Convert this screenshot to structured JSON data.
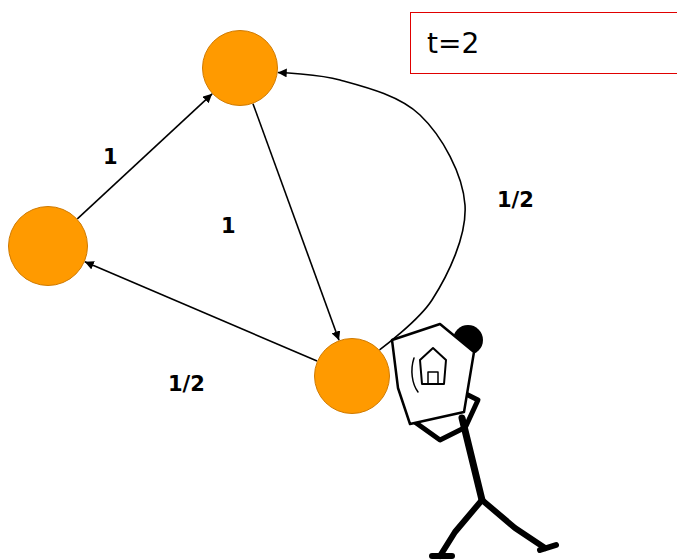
{
  "diagram": {
    "nodes": [
      {
        "text": [
          "t=2"
        ]
      },
      {
        "text": []
      },
      {
        "text": []
      },
      {
        "text": []
      }
    ],
    "edges": [
      {
        "from": 2,
        "to": 1,
        "arrow": "to",
        "label": "1"
      },
      {
        "from": 1,
        "to": 3,
        "arrow": "to",
        "label": "1"
      },
      {
        "from": 3,
        "to": 1,
        "arrow": "to",
        "label": "1/2"
      },
      {
        "from": 3,
        "to": 2,
        "arrow": "to",
        "label": "1/2"
      }
    ]
  }
}
